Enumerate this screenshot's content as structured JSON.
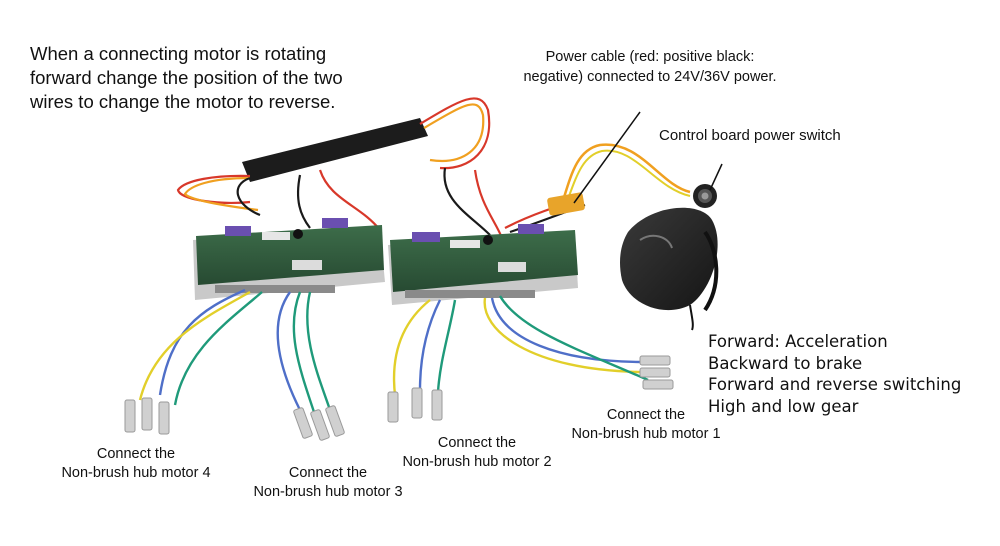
{
  "annotations": {
    "reverse_note": "When a connecting motor is rotating forward change the position of the two wires to change the motor to reverse.",
    "power_cable_line1": "Power cable (red: positive black:",
    "power_cable_line2": "negative) connected to 24V/36V power.",
    "power_switch": "Control board power switch",
    "controls": [
      "Forward: Acceleration",
      "Backward to brake",
      "Forward and reverse switching",
      "High and low gear"
    ],
    "motors": [
      {
        "line1": "Connect the",
        "line2": "Non-brush hub motor 1"
      },
      {
        "line1": "Connect the",
        "line2": "Non-brush hub motor 2"
      },
      {
        "line1": "Connect the",
        "line2": "Non-brush hub motor 3"
      },
      {
        "line1": "Connect the",
        "line2": "Non-brush hub motor 4"
      }
    ]
  },
  "colors": {
    "pcb": "#2f5a3c",
    "wire_blue": "#4f6fc8",
    "wire_yellow": "#e2cf2a",
    "wire_green": "#1f9a7a",
    "wire_red": "#d8382a",
    "wire_black": "#1a1a1a",
    "wire_orange": "#f0a020",
    "remote": "#2b2b2b"
  }
}
